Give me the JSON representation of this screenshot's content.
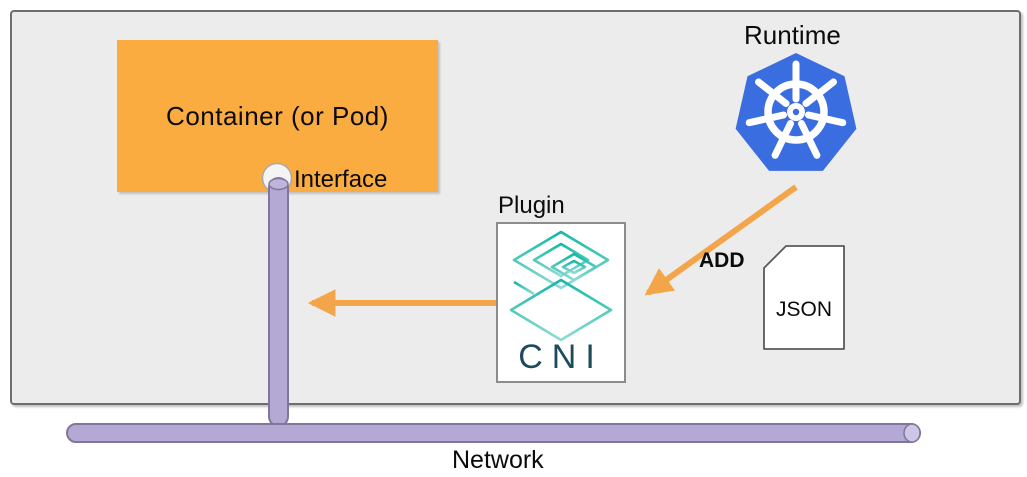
{
  "container": {
    "label": "Container (or Pod)"
  },
  "interface": {
    "label": "Interface"
  },
  "plugin": {
    "label": "Plugin",
    "logo_text": "CNI"
  },
  "runtime": {
    "label": "Runtime"
  },
  "arrows": {
    "add_label": "ADD"
  },
  "json_doc": {
    "label": "JSON"
  },
  "network": {
    "label": "Network"
  },
  "icons": {
    "runtime_icon": "kubernetes-logo",
    "plugin_icon": "cni-logo",
    "config_icon": "json-document-icon",
    "interface_icon": "interface-port-circle"
  },
  "colors": {
    "host_fill": "#EDECEC",
    "host_border": "#6E6E6E",
    "container_orange": "#FBAC41",
    "arrow_orange": "#F2A649",
    "pipe_fill": "#B4A8D5",
    "pipe_border": "#80759A",
    "pipe_cap": "#CEC6E6",
    "k8s_blue": "#3A6DE0",
    "cni_teal": "#14B8A6",
    "cni_text": "#1D4B5E"
  }
}
